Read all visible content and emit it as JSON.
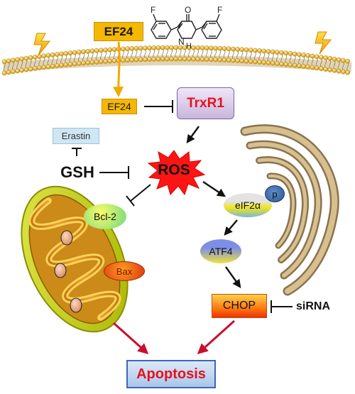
{
  "nodes": {
    "ef24_top": "EF24",
    "ef24_inside": "EF24",
    "trxr1": "TrxR1",
    "erastin": "Erastin",
    "gsh": "GSH",
    "ros": "ROS",
    "bcl2": "Bcl-2",
    "bax": "Bax",
    "eif2a": "eIF2α",
    "p": "p",
    "atf4": "ATF4",
    "chop": "CHOP",
    "sirna": "siRNA",
    "apoptosis": "Apoptosis"
  },
  "molecule_atoms": {
    "fluorine_left": "F",
    "oxygen": "O",
    "fluorine_right": "F",
    "nitrogen": "N",
    "hydrogen": "H"
  },
  "colors": {
    "ef24_box": "#f5b800",
    "trxr1_text": "#e8101c",
    "ros_burst": "#ff1414",
    "apoptosis_text": "#e8101c",
    "apoptosis_border": "#3f67b7",
    "arrow_black": "#111111",
    "arrow_red": "#c8102e",
    "membrane_head": "#e8b830",
    "mitochondrion_outer": "#c8d21c",
    "er_stroke": "#8a7350"
  }
}
